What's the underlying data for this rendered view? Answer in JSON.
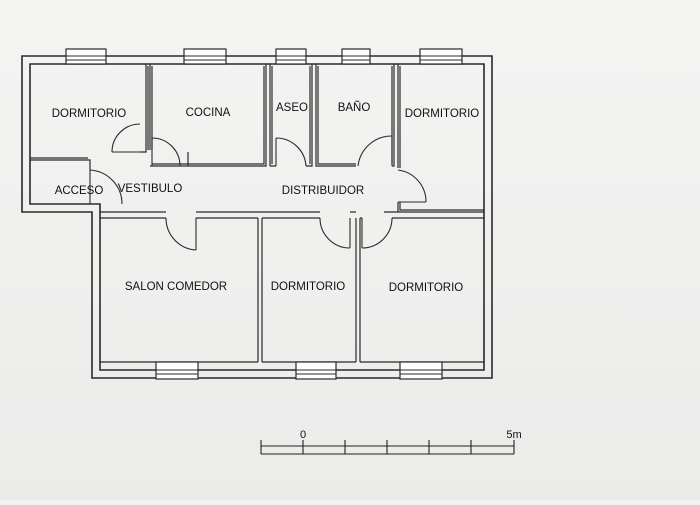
{
  "plan": {
    "rooms": {
      "dormitorio_nw": "DORMITORIO",
      "cocina": "COCINA",
      "aseo": "ASEO",
      "bano": "BAÑO",
      "dormitorio_ne": "DORMITORIO",
      "acceso": "ACCESO",
      "vestibulo": "VESTIBULO",
      "distribuidor": "DISTRIBUIDOR",
      "salon_comedor": "SALON COMEDOR",
      "dormitorio_s1": "DORMITORIO",
      "dormitorio_s2": "DORMITORIO"
    }
  },
  "scale_bar": {
    "start_label": "0",
    "end_label": "5m"
  }
}
